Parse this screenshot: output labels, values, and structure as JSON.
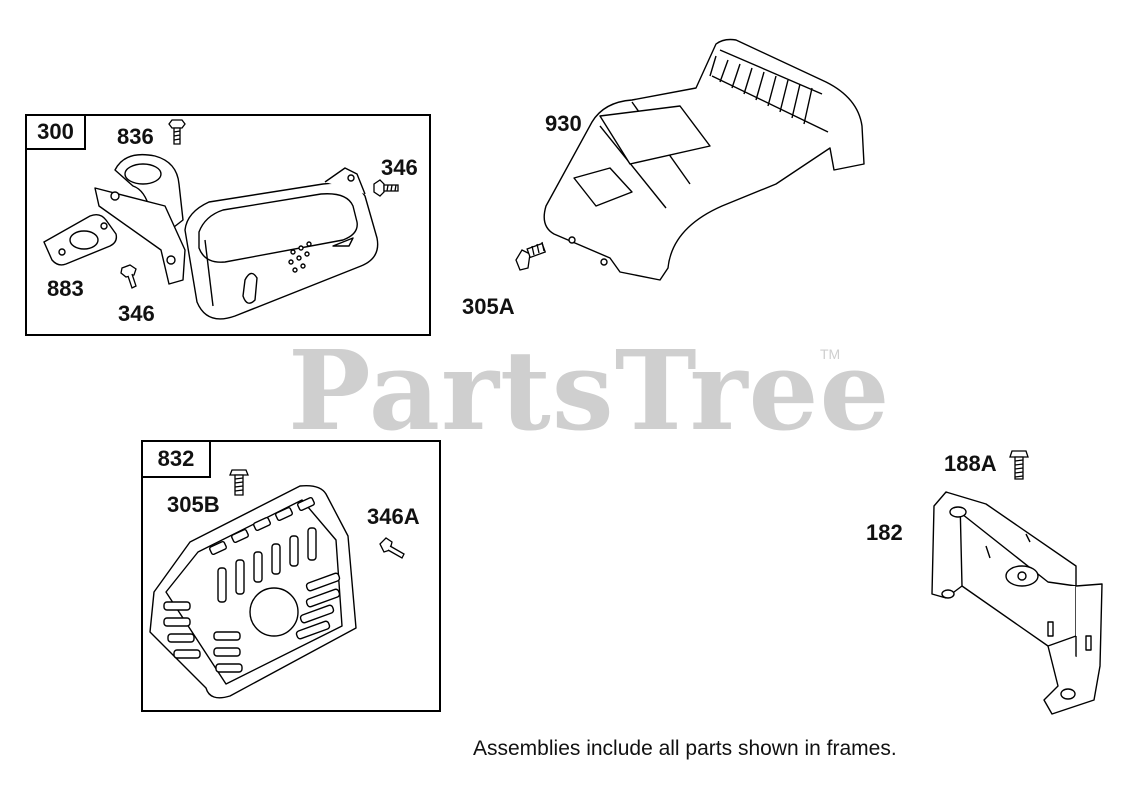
{
  "watermark": {
    "text": "PartsTree",
    "trademark": "TM"
  },
  "frames": {
    "f300": {
      "tag": "300"
    },
    "f832": {
      "tag": "832"
    }
  },
  "labels": {
    "l836": "836",
    "l346a": "346",
    "l883": "883",
    "l346b": "346",
    "l930": "930",
    "l305A": "305A",
    "l305B": "305B",
    "l346A": "346A",
    "l188A": "188A",
    "l182": "182"
  },
  "footer": {
    "note": "Assemblies include all parts shown in frames."
  }
}
